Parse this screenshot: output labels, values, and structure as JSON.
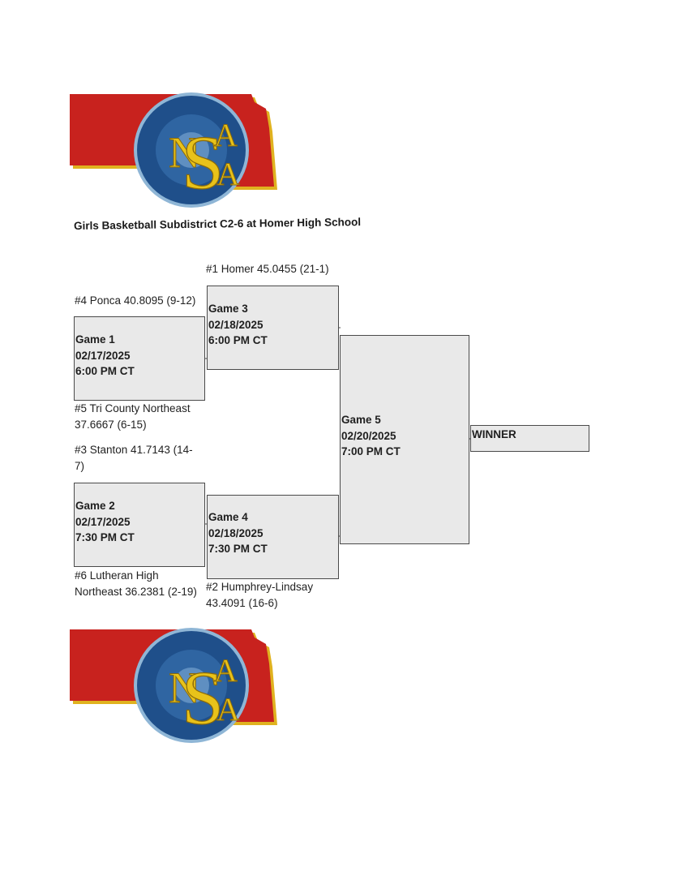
{
  "logo_text": "NSAA",
  "colors": {
    "nebraska_red": "#c8221e",
    "nebraska_gold": "#e0b21f",
    "seal_blue": "#1f4f8a",
    "letter_gold": "#e8c21a",
    "box_fill": "#e9e9e9"
  },
  "title": "Girls Basketball Subdistrict C2-6 at Homer High School",
  "seeds": {
    "seed1": "#1 Homer 45.0455 (21-1)",
    "seed4": "#4 Ponca 40.8095 (9-12)",
    "seed5_line1": "#5 Tri County Northeast",
    "seed5_line2": "37.6667 (6-15)",
    "seed3_line1": "#3 Stanton 41.7143 (14-",
    "seed3_line2": "7)",
    "seed6_line1": "#6 Lutheran High",
    "seed6_line2": "Northeast 36.2381 (2-19)",
    "seed2_line1": "#2 Humphrey-Lindsay",
    "seed2_line2": "43.4091 (16-6)"
  },
  "games": {
    "game1": {
      "name": "Game 1",
      "date": "02/17/2025",
      "time": "6:00 PM CT"
    },
    "game2": {
      "name": "Game 2",
      "date": "02/17/2025",
      "time": "7:30 PM CT"
    },
    "game3": {
      "name": "Game 3",
      "date": "02/18/2025",
      "time": "6:00 PM CT"
    },
    "game4": {
      "name": "Game 4",
      "date": "02/18/2025",
      "time": "7:30 PM CT"
    },
    "game5": {
      "name": "Game 5",
      "date": "02/20/2025",
      "time": "7:00 PM CT"
    }
  },
  "winner_label": "WINNER"
}
